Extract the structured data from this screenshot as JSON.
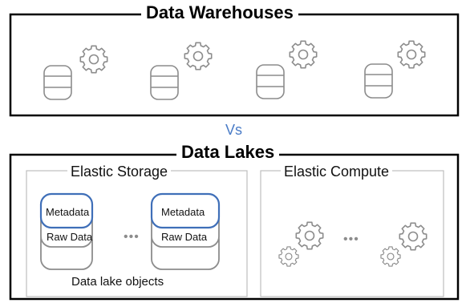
{
  "warehouses": {
    "title": "Data Warehouses",
    "item_count": 4,
    "item_icon": "database-with-gear-icon"
  },
  "separator": {
    "text": "Vs"
  },
  "lakes": {
    "title": "Data Lakes",
    "storage": {
      "title": "Elastic Storage",
      "layer_top": "Metadata",
      "layer_bottom": "Raw Data",
      "ellipsis": "•••",
      "caption": "Data lake objects"
    },
    "compute": {
      "title": "Elastic Compute",
      "ellipsis": "•••",
      "icon": "gears-icon"
    }
  },
  "colors": {
    "frame": "#000000",
    "panel_border": "#bdbdbd",
    "icon_stroke": "#8c8c8c",
    "accent": "#4a7cc7"
  }
}
